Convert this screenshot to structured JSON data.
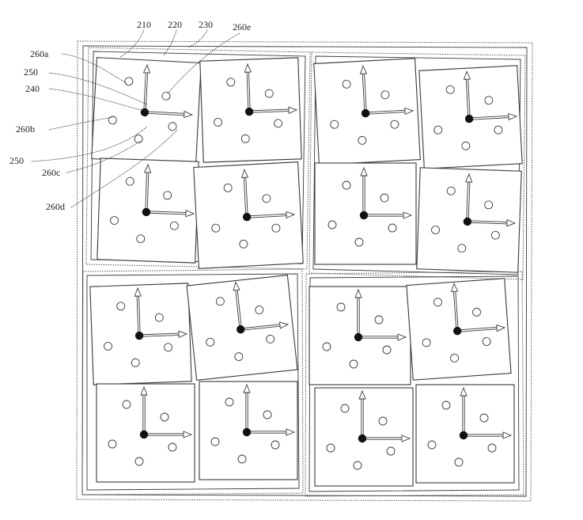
{
  "figure": {
    "labels": {
      "label_210": "210",
      "label_220": "220",
      "label_230": "230",
      "label_260e": "260e",
      "label_260a": "260a",
      "label_250_top": "250",
      "label_240": "240",
      "label_260b": "260b",
      "label_250_bottom": "250",
      "label_260c": "260c",
      "label_260d": "260d"
    },
    "layout_summary": {
      "quadrants": 4,
      "tiles_per_quadrant": 4,
      "holes_per_tile": 5,
      "axes_per_tile": 1
    },
    "colors": {
      "line": "#3a3a3a",
      "dotted": "#555555",
      "fiducial": "#111111",
      "background": "#ffffff"
    }
  }
}
